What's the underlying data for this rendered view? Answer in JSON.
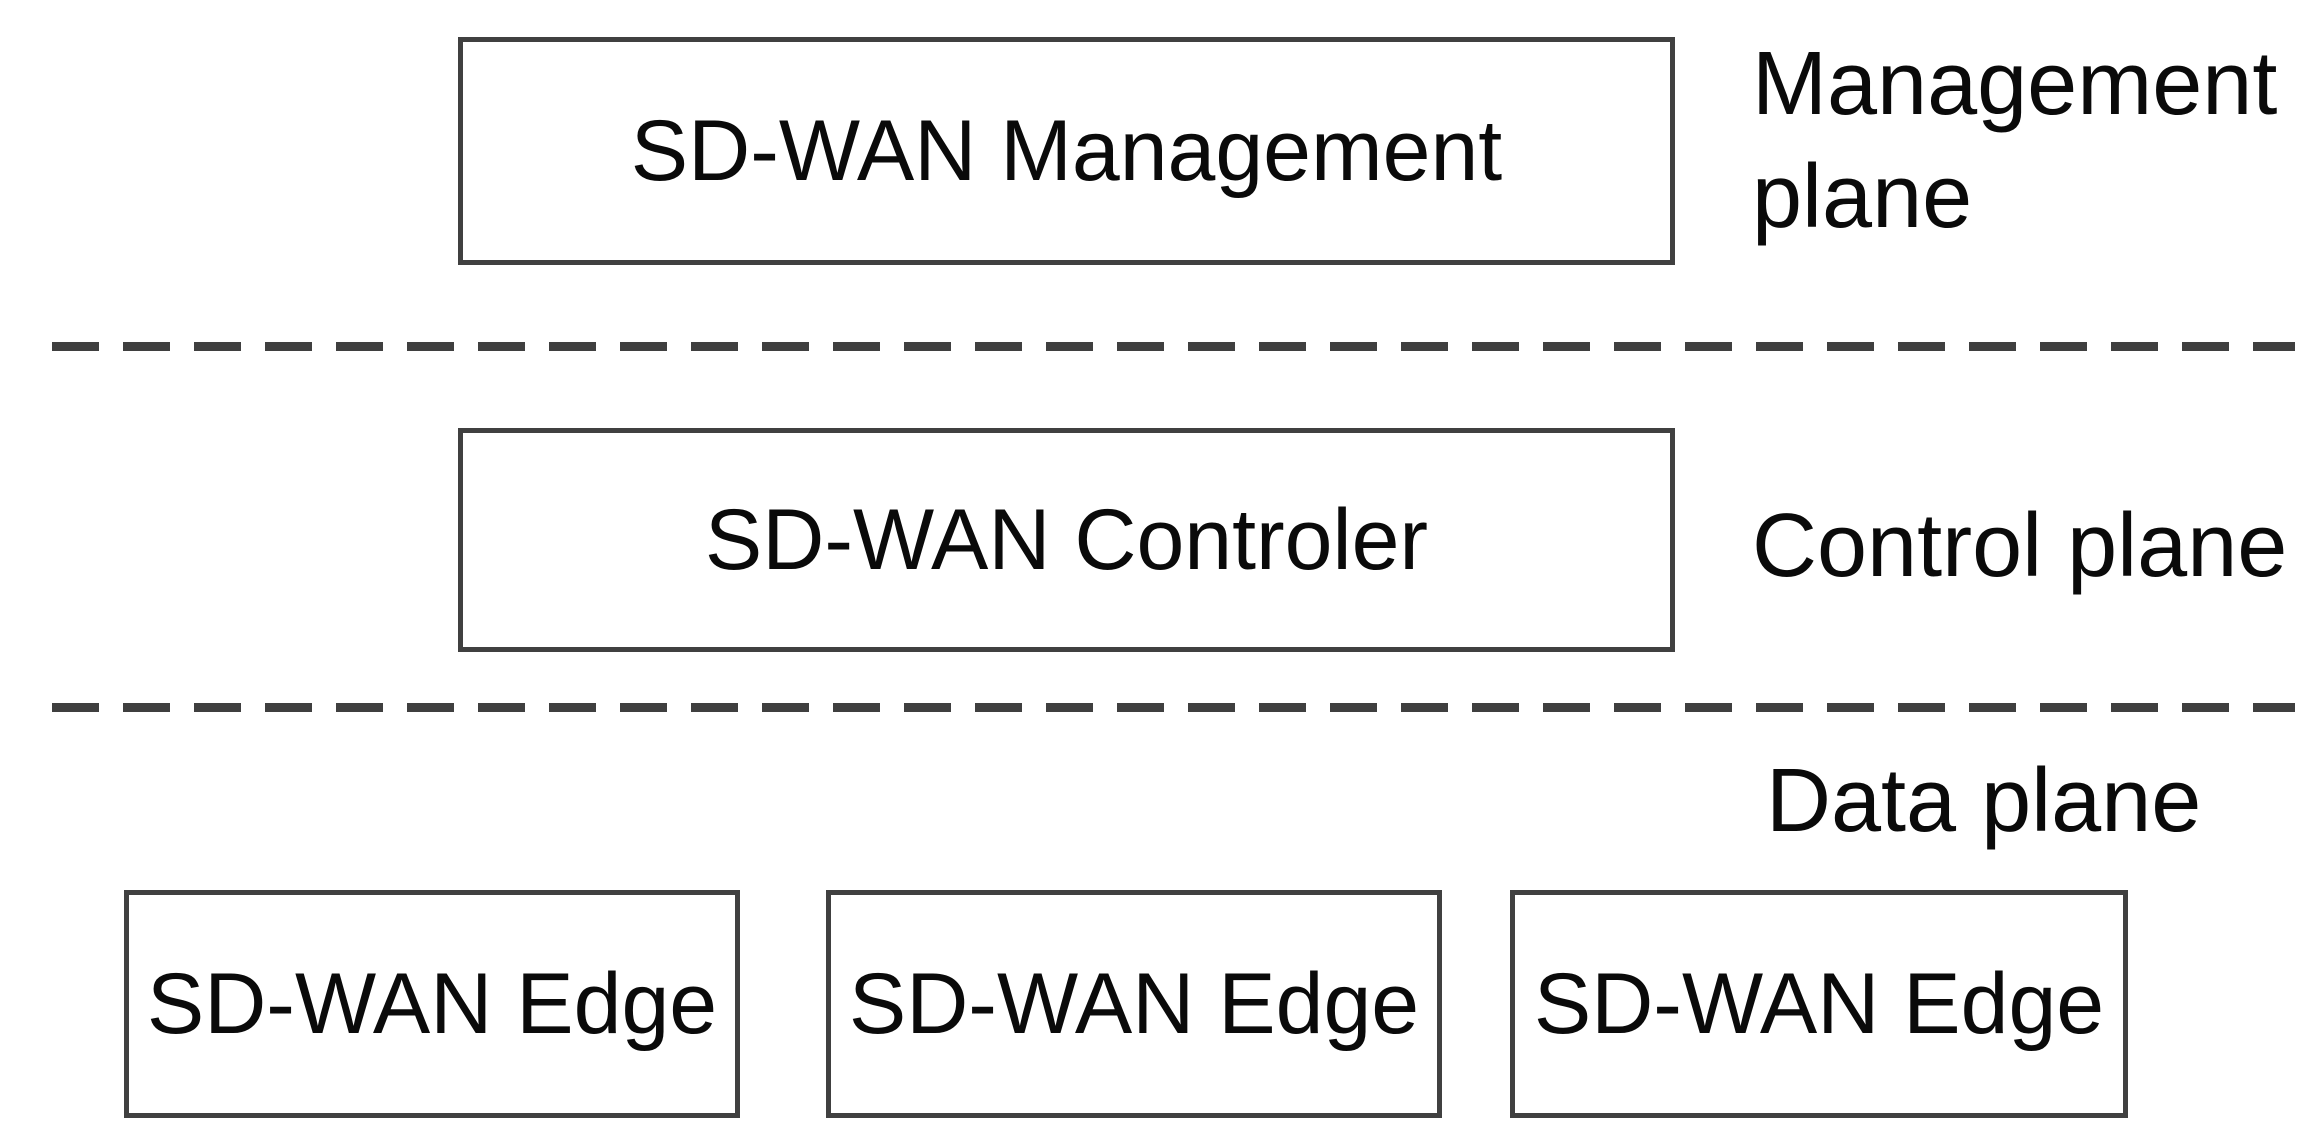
{
  "colors": {
    "background": "#ffffff",
    "border": "#404040",
    "dash": "#3f3f3f",
    "text": "#0a0a0a"
  },
  "management_plane": {
    "plane_label": "Management plane",
    "box_label": "SD-WAN Management"
  },
  "control_plane": {
    "plane_label": "Control plane",
    "box_label": "SD-WAN Controler"
  },
  "data_plane": {
    "plane_label": "Data plane",
    "edge_box_labels": [
      "SD-WAN Edge",
      "SD-WAN Edge",
      "SD-WAN Edge"
    ]
  }
}
